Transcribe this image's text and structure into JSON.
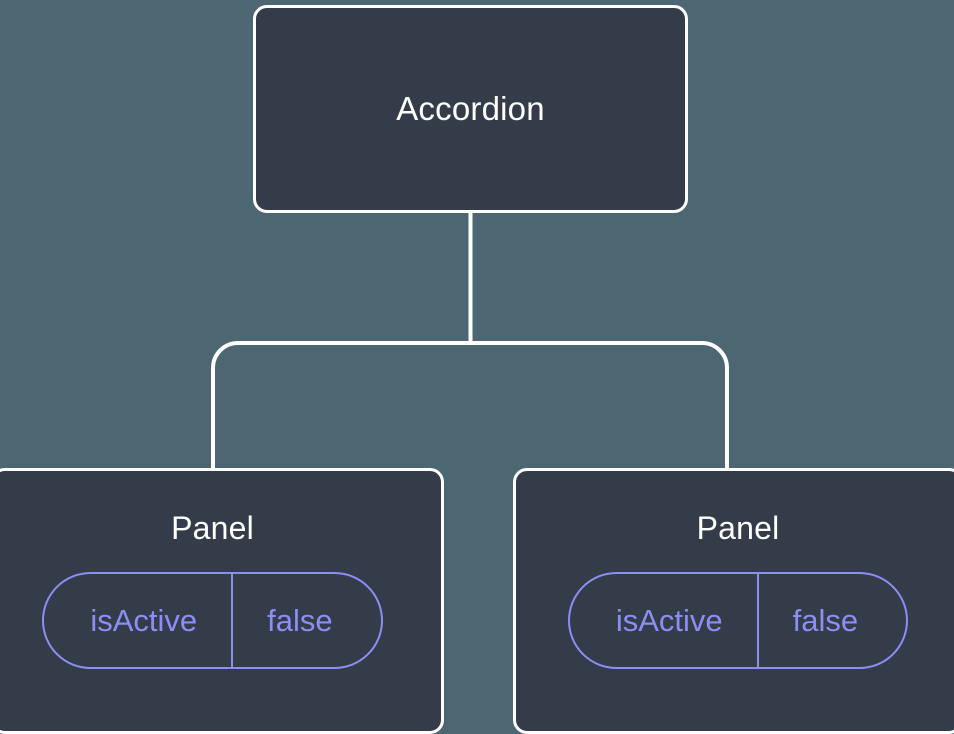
{
  "diagram": {
    "type": "component-tree",
    "background_color": "#4d6772",
    "node_fill_color": "#343b49",
    "node_border_color": "#ffffff",
    "edge_color": "#ffffff",
    "accent_color": "#8a8ef5",
    "title_text_color": "#ffffff"
  },
  "root": {
    "label": "Accordion"
  },
  "children": [
    {
      "label": "Panel",
      "prop": {
        "key": "isActive",
        "value": "false"
      }
    },
    {
      "label": "Panel",
      "prop": {
        "key": "isActive",
        "value": "false"
      }
    }
  ]
}
